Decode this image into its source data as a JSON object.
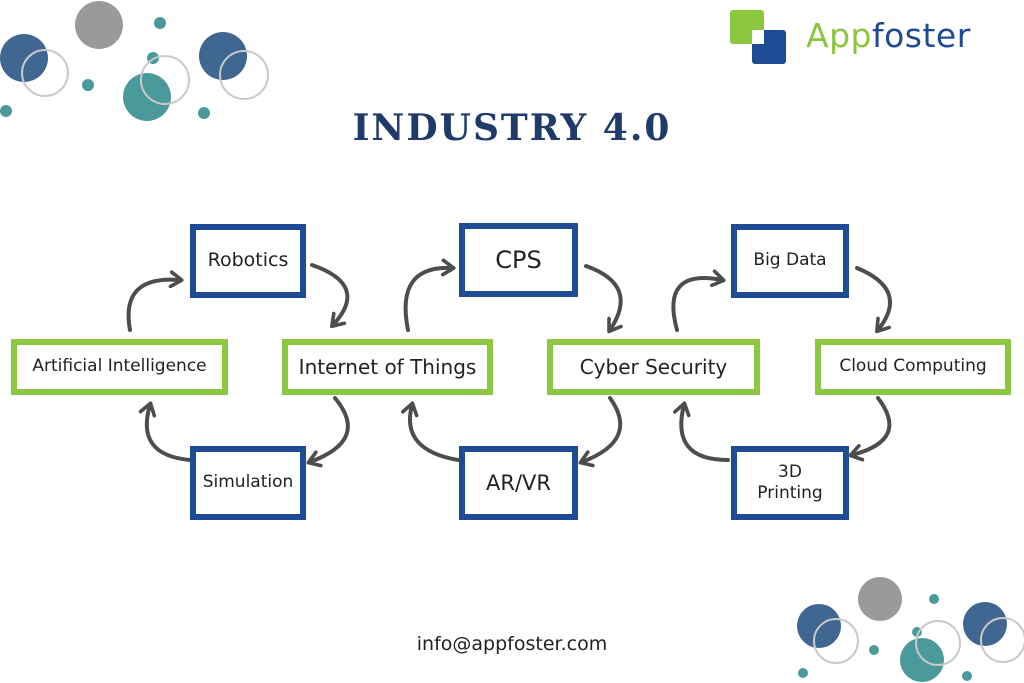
{
  "brand": {
    "name_prefix": "App",
    "name_suffix": "foster",
    "color_prefix": "#8cc63f",
    "color_suffix": "#1e4b94"
  },
  "title": "INDUSTRY 4.0",
  "contact_email": "info@appfoster.com",
  "colors": {
    "title": "#1f3a6b",
    "blue_border": "#1e4b94",
    "green_border": "#8dc63f",
    "arrow": "#4d4d4d",
    "dot_blue": "#3f6791",
    "dot_gray": "#9a9a9a",
    "dot_teal": "#4a9a9c"
  },
  "nodes": {
    "robotics": "Robotics",
    "artificial_intelligence": "Artificial Intelligence",
    "simulation": "Simulation",
    "internet_of_things": "Internet of Things",
    "cps": "CPS",
    "ar_vr": "AR/VR",
    "cyber_security": "Cyber Security",
    "big_data": "Big Data",
    "cloud_computing": "Cloud Computing",
    "printing_3d_line1": "3D",
    "printing_3d_line2": "Printing"
  }
}
